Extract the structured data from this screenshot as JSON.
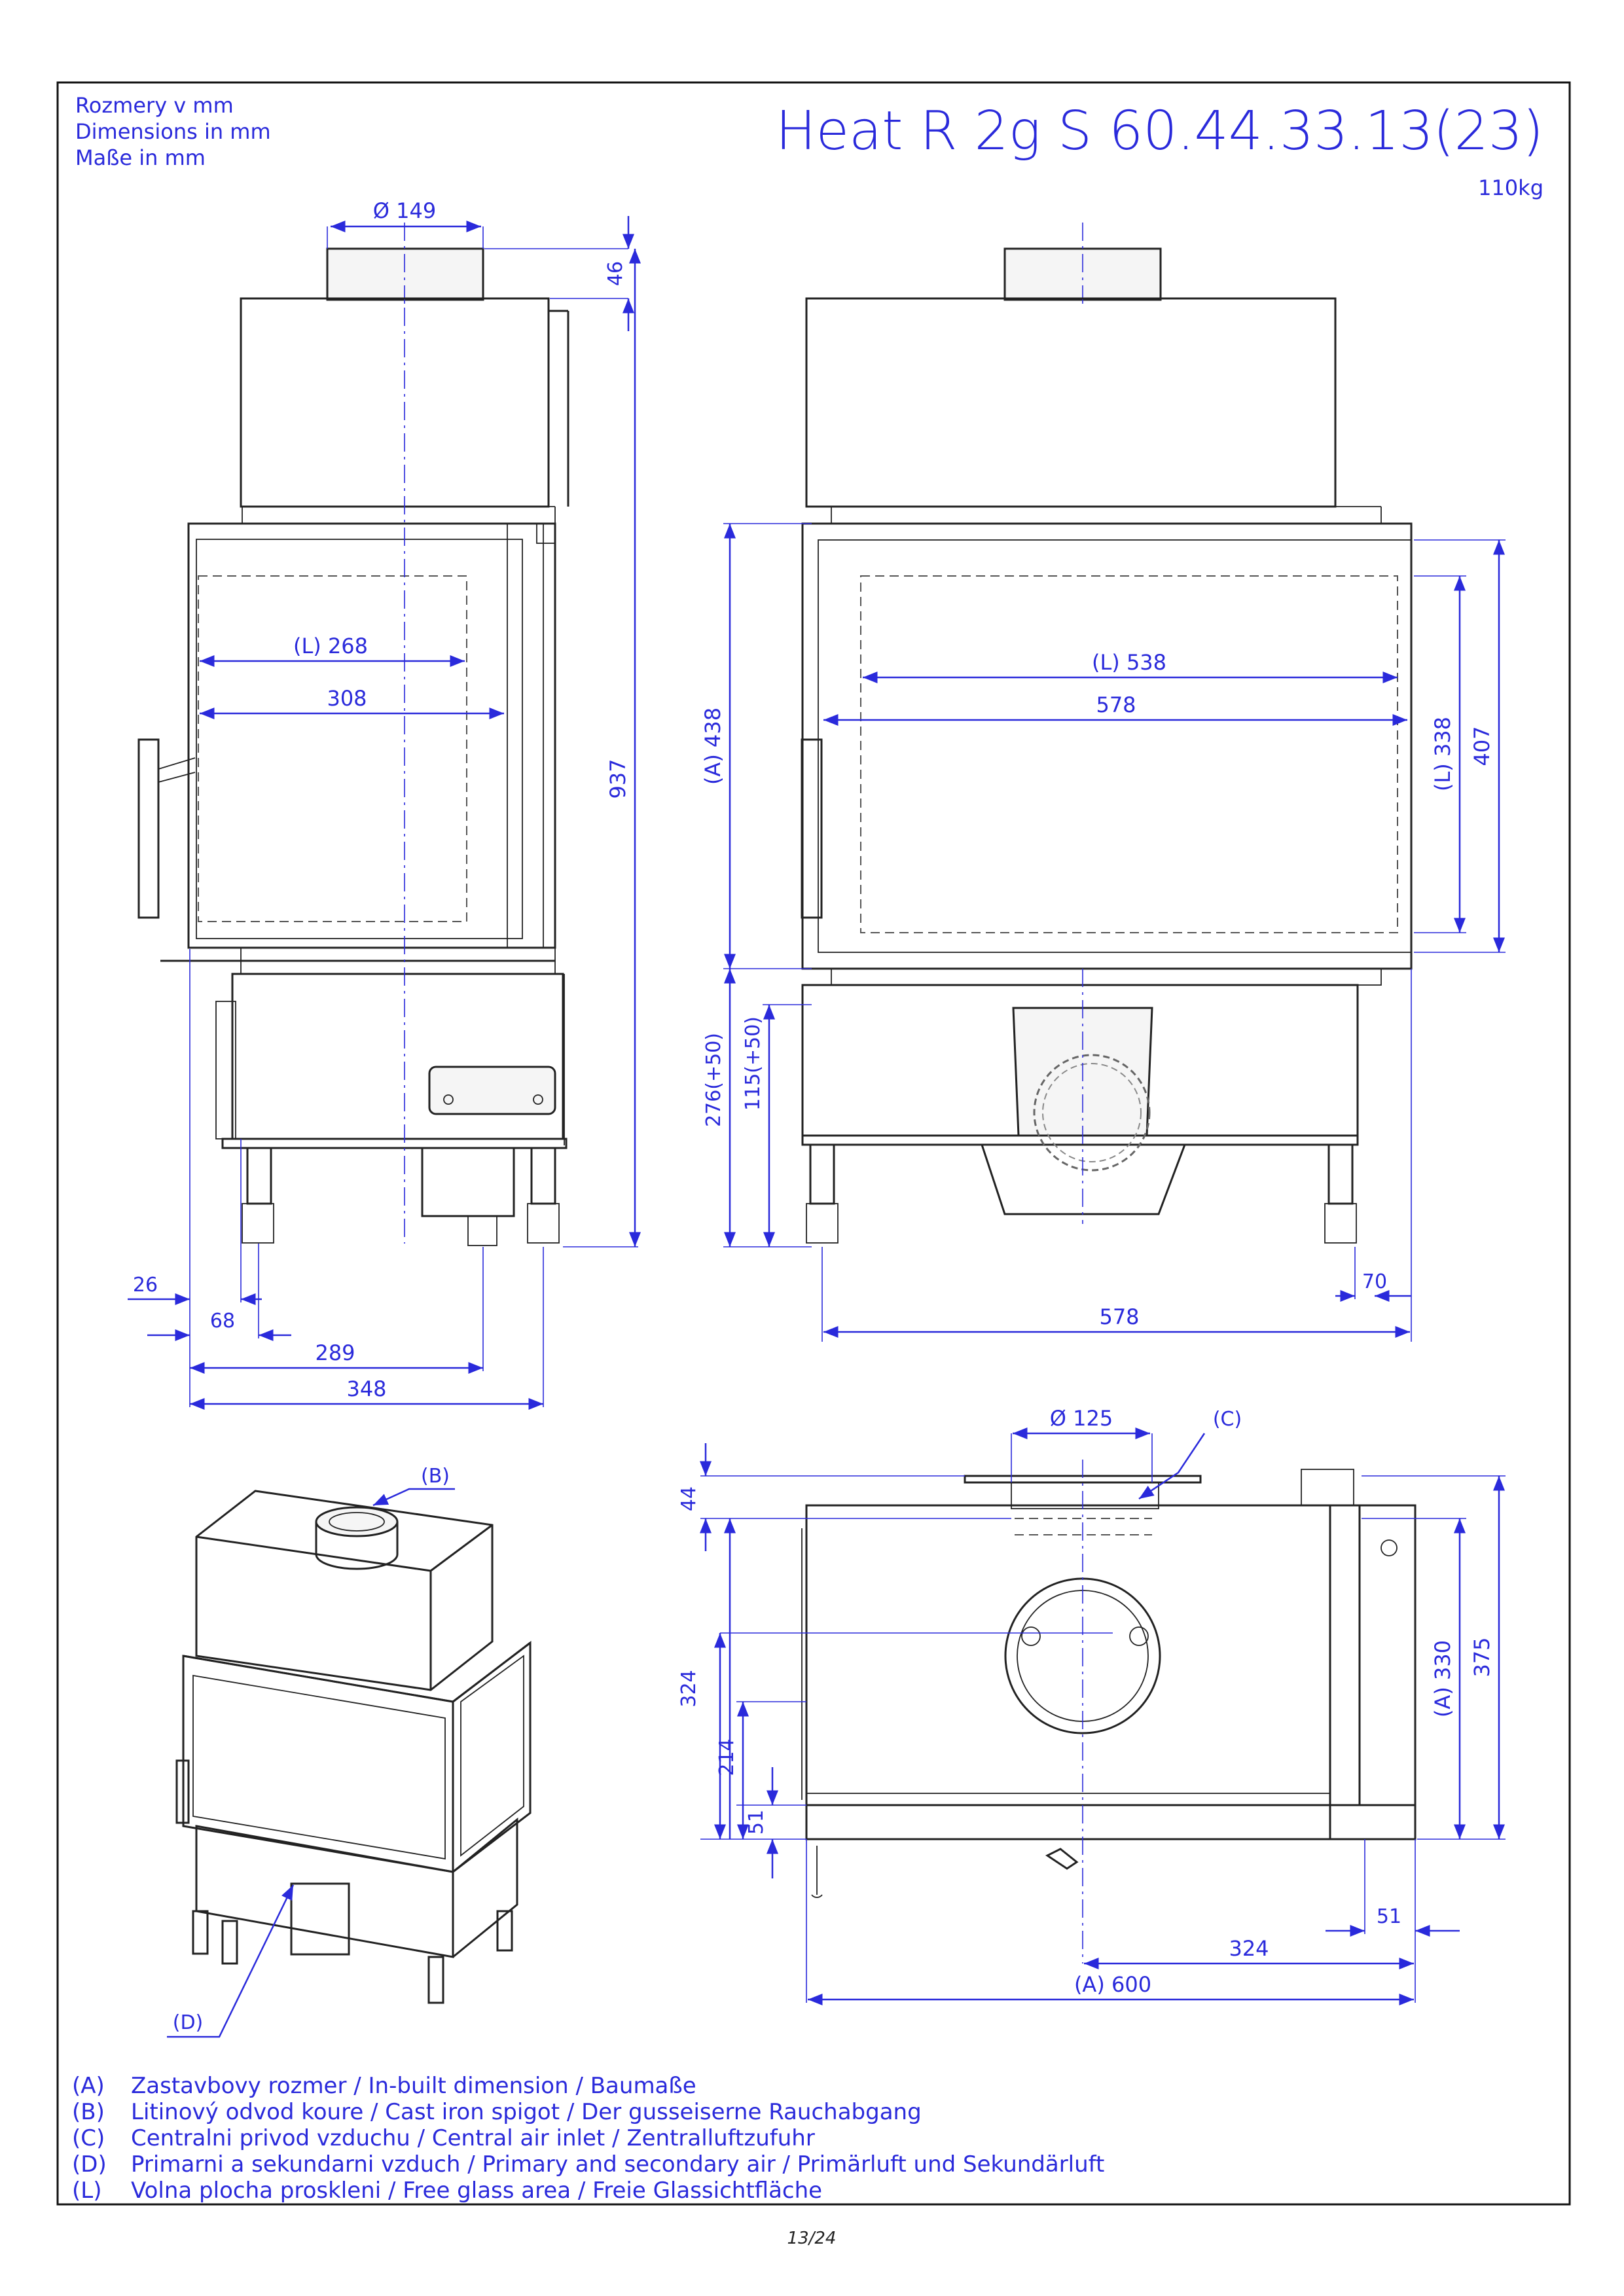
{
  "header": {
    "units_lines": [
      "Rozmery v mm",
      "Dimensions in mm",
      "Maße in mm"
    ],
    "model_title": "Heat R 2g S 60.44.33.13(23)",
    "weight": "110kg"
  },
  "side_view": {
    "flue_diameter": "Ø 149",
    "flue_height": "46",
    "total_height": "937",
    "glass_width_free": "(L) 268",
    "glass_width": "308",
    "leg_height": "276(+50)",
    "dim_26": "26",
    "dim_68": "68",
    "dim_289": "289",
    "dim_348": "348"
  },
  "front_view": {
    "inbuilt_height": "(A) 438",
    "air_height": "115(+50)",
    "glass_width_free": "(L) 538",
    "glass_width": "578",
    "glass_height_free": "(L) 338",
    "glass_height": "407",
    "width": "578",
    "dim_70": "70"
  },
  "top_view": {
    "air_diameter": "Ø 125",
    "air_label": "(C)",
    "dim_44": "44",
    "dim_324v": "324",
    "dim_214": "214",
    "dim_51v": "51",
    "dim_330": "(A) 330",
    "dim_375": "375",
    "dim_51h": "51",
    "dim_324h": "324",
    "dim_600": "(A) 600"
  },
  "iso_view": {
    "label_b": "(B)",
    "label_d": "(D)"
  },
  "legend": [
    {
      "key": "(A)",
      "text": "Zastavbovy rozmer / In-built dimension / Baumaße"
    },
    {
      "key": "(B)",
      "text": "Litinový odvod koure / Cast iron spigot / Der gusseiserne Rauchabgang"
    },
    {
      "key": "(C)",
      "text": "Centralni privod vzduchu / Central air inlet / Zentralluftzufuhr"
    },
    {
      "key": "(D)",
      "text": "Primarni a sekundarni vzduch / Primary and secondary air / Primärluft und Sekundärluft"
    },
    {
      "key": "(L)",
      "text": "Volna plocha proskleni / Free glass area / Freie Glassichtfläche"
    }
  ],
  "footer": {
    "page_number": "13/24"
  }
}
